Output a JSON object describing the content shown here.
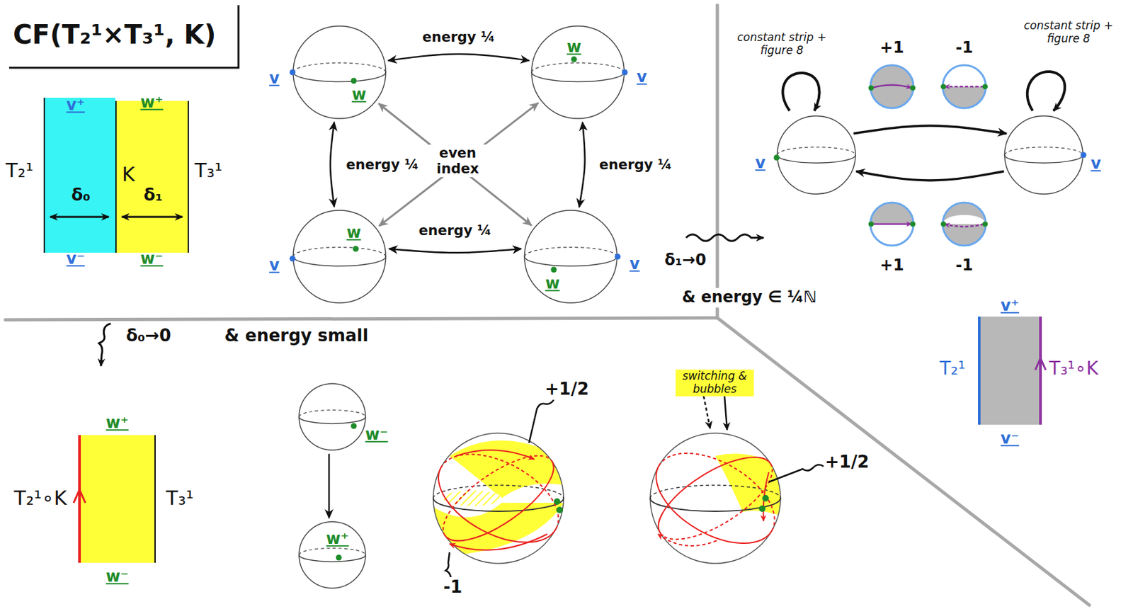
{
  "diagram": {
    "title": "CF(T₂¹×T₃¹, K)",
    "nodes": [
      {
        "text": [
          "δ₀"
        ]
      },
      {
        "text": [
          "δ₁"
        ]
      },
      {
        "text": [
          "v",
          "w"
        ]
      },
      {
        "text": [
          "w",
          "v"
        ]
      },
      {
        "text": [
          "v",
          "w"
        ]
      },
      {
        "text": [
          "w",
          "v"
        ]
      },
      {
        "text": [
          "v"
        ]
      },
      {
        "text": [
          "v"
        ]
      },
      {
        "text": [
          "w⁻"
        ]
      },
      {
        "text": [
          "w⁺"
        ]
      }
    ],
    "edges": [
      {
        "from": 2,
        "to": 3,
        "label": "energy ¼",
        "arrow": "both"
      },
      {
        "from": 2,
        "to": 4,
        "label": "energy ¼",
        "arrow": "both"
      },
      {
        "from": 3,
        "to": 5,
        "label": "energy ¼",
        "arrow": "both"
      },
      {
        "from": 4,
        "to": 5,
        "label": "energy ¼",
        "arrow": "both"
      },
      {
        "from": 2,
        "to": 5,
        "label": "even index",
        "arrow": "both"
      },
      {
        "from": 3,
        "to": 4,
        "arrow": "both"
      },
      {
        "from": 6,
        "to": 7,
        "arrow": "to"
      },
      {
        "from": 7,
        "to": 6,
        "arrow": "to"
      },
      {
        "from": 8,
        "to": 9,
        "arrow": "to"
      }
    ],
    "labels": [
      "v⁺",
      "w⁺",
      "T₂¹",
      "K",
      "T₃¹",
      "v⁻",
      "w⁻",
      "constant strip + figure 8",
      "+1",
      "-1",
      "constant strip + figure 8",
      "δ₁→0",
      "& energy ∈ ¼ℕ",
      "+1",
      "-1",
      "δ₀→0",
      "& energy small",
      "v⁺",
      "T₂¹",
      "T₃¹∘K",
      "v⁻",
      "w⁺",
      "T₂¹∘K",
      "T₃¹",
      "w⁻",
      "+1/2",
      "-1",
      "switching & bubbles",
      "+1/2"
    ]
  }
}
